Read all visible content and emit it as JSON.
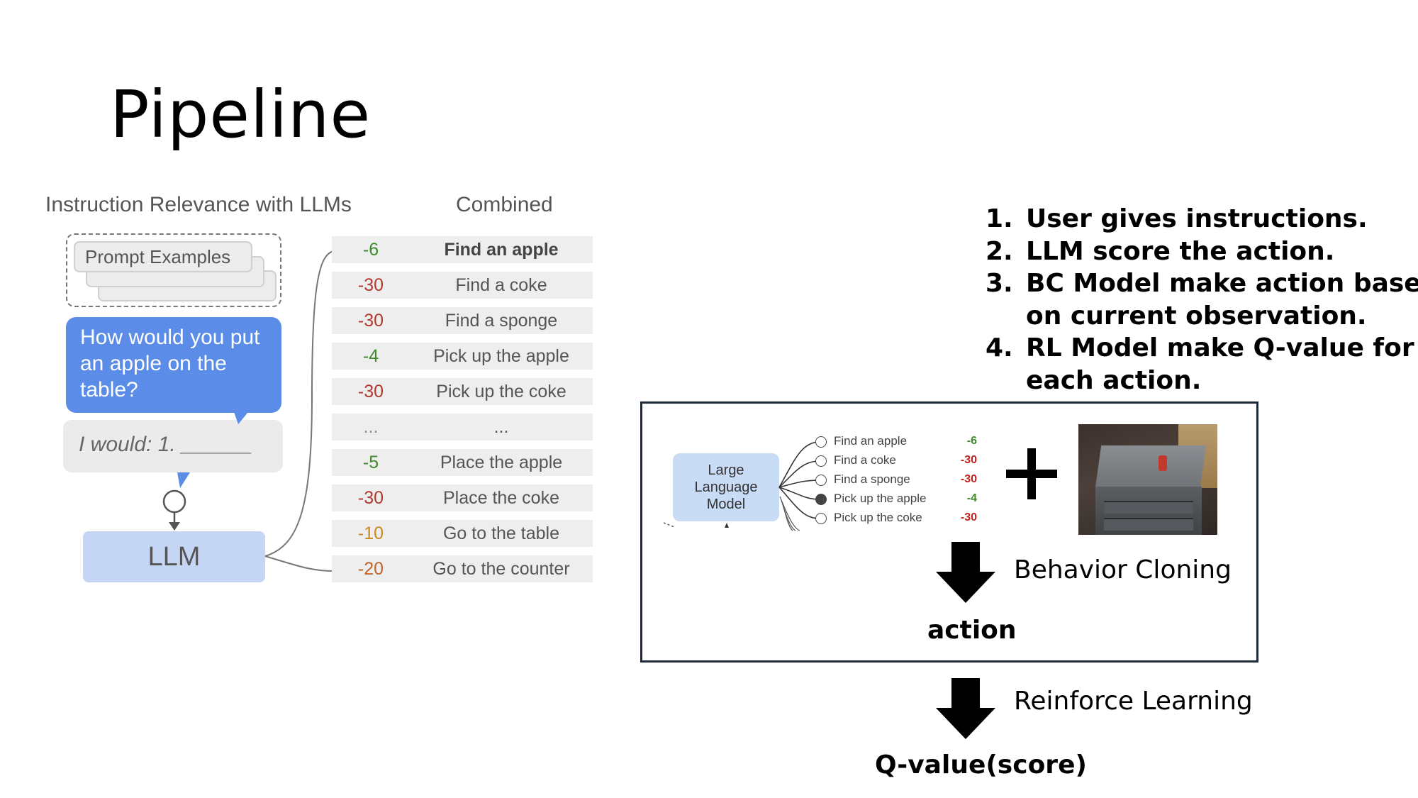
{
  "title": "Pipeline",
  "figure": {
    "left_title": "Instruction Relevance with LLMs",
    "right_title": "Combined",
    "prompt_examples_label": "Prompt Examples",
    "query": "How would you put an apple on the table?",
    "answer_prefix": "I would: 1. ______",
    "llm_label": "LLM",
    "scores": [
      {
        "score": "-6",
        "action": "Find an apple",
        "score_color": "#3e8a2a",
        "highlight": true
      },
      {
        "score": "-30",
        "action": "Find a coke",
        "score_color": "#b03a2e"
      },
      {
        "score": "-30",
        "action": "Find a sponge",
        "score_color": "#b03a2e"
      },
      {
        "score": "-4",
        "action": "Pick up the apple",
        "score_color": "#3e8a2a"
      },
      {
        "score": "-30",
        "action": "Pick up the coke",
        "score_color": "#b03a2e"
      },
      {
        "score": "...",
        "action": "...",
        "score_color": "#888888"
      },
      {
        "score": "-5",
        "action": "Place the apple",
        "score_color": "#3e8a2a"
      },
      {
        "score": "-30",
        "action": "Place the coke",
        "score_color": "#b03a2e"
      },
      {
        "score": "-10",
        "action": "Go to the table",
        "score_color": "#c98a1e"
      },
      {
        "score": "-20",
        "action": "Go to the counter",
        "score_color": "#c0652a"
      }
    ]
  },
  "steps": [
    {
      "num": "1.",
      "lines": [
        "User gives instructions."
      ]
    },
    {
      "num": "2.",
      "lines": [
        "LLM score the action."
      ]
    },
    {
      "num": "3.",
      "lines": [
        "BC Model make action based",
        "on current observation."
      ]
    },
    {
      "num": "4.",
      "lines": [
        "RL Model make Q-value for",
        "each action."
      ]
    }
  ],
  "inset": {
    "llm_label_lines": [
      "Large",
      "Language",
      "Model"
    ],
    "actions": [
      {
        "label": "Find an apple",
        "score": "-6",
        "score_color": "#3e8a2a",
        "selected": false
      },
      {
        "label": "Find a coke",
        "score": "-30",
        "score_color": "#c0221e",
        "selected": false
      },
      {
        "label": "Find a sponge",
        "score": "-30",
        "score_color": "#c0221e",
        "selected": false
      },
      {
        "label": "Pick up the apple",
        "score": "-4",
        "score_color": "#3e8a2a",
        "selected": true
      },
      {
        "label": "Pick up the coke",
        "score": "-30",
        "score_color": "#c0221e",
        "selected": false
      }
    ],
    "plus_symbol": "+"
  },
  "flow": {
    "bc_label": "Behavior Cloning",
    "action_label": "action",
    "rl_label": "Reinforce Learning",
    "q_label": "Q-value(score)"
  }
}
